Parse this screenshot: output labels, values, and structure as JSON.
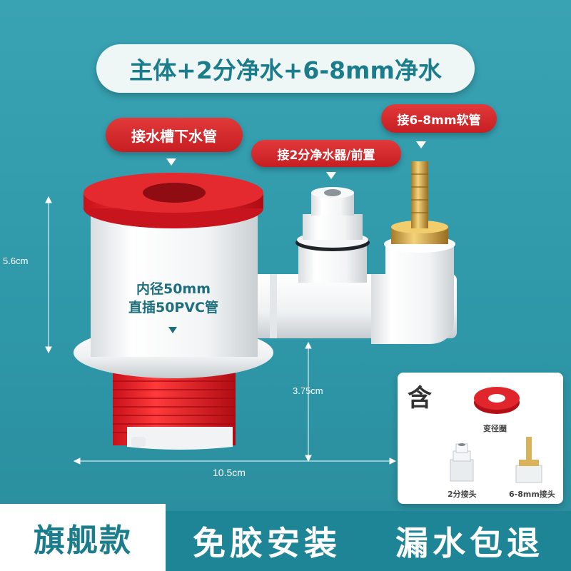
{
  "title": "主体+2分净水+6-8mm净水",
  "tags": {
    "drain": "接水槽下水管",
    "purifier": "接2分净水器/前置",
    "hose": "接6-8mm软管"
  },
  "inner": {
    "line1": "内径50mm",
    "line2": "直插50PVC管"
  },
  "dimensions": {
    "height": "5.6cm",
    "branch_height": "3.75cm",
    "width": "10.5cm"
  },
  "included": {
    "title": "含",
    "items": [
      {
        "label": "变径圈"
      },
      {
        "label": "2分接头"
      },
      {
        "label": "6-8mm接头"
      }
    ]
  },
  "footer": {
    "badge": "旗舰款",
    "slogan1": "免胶安装",
    "slogan2": "漏水包退"
  },
  "colors": {
    "teal": "#3aa3b3",
    "red_tag": "#d42a2e",
    "brand_text": "#1b7d8c"
  }
}
